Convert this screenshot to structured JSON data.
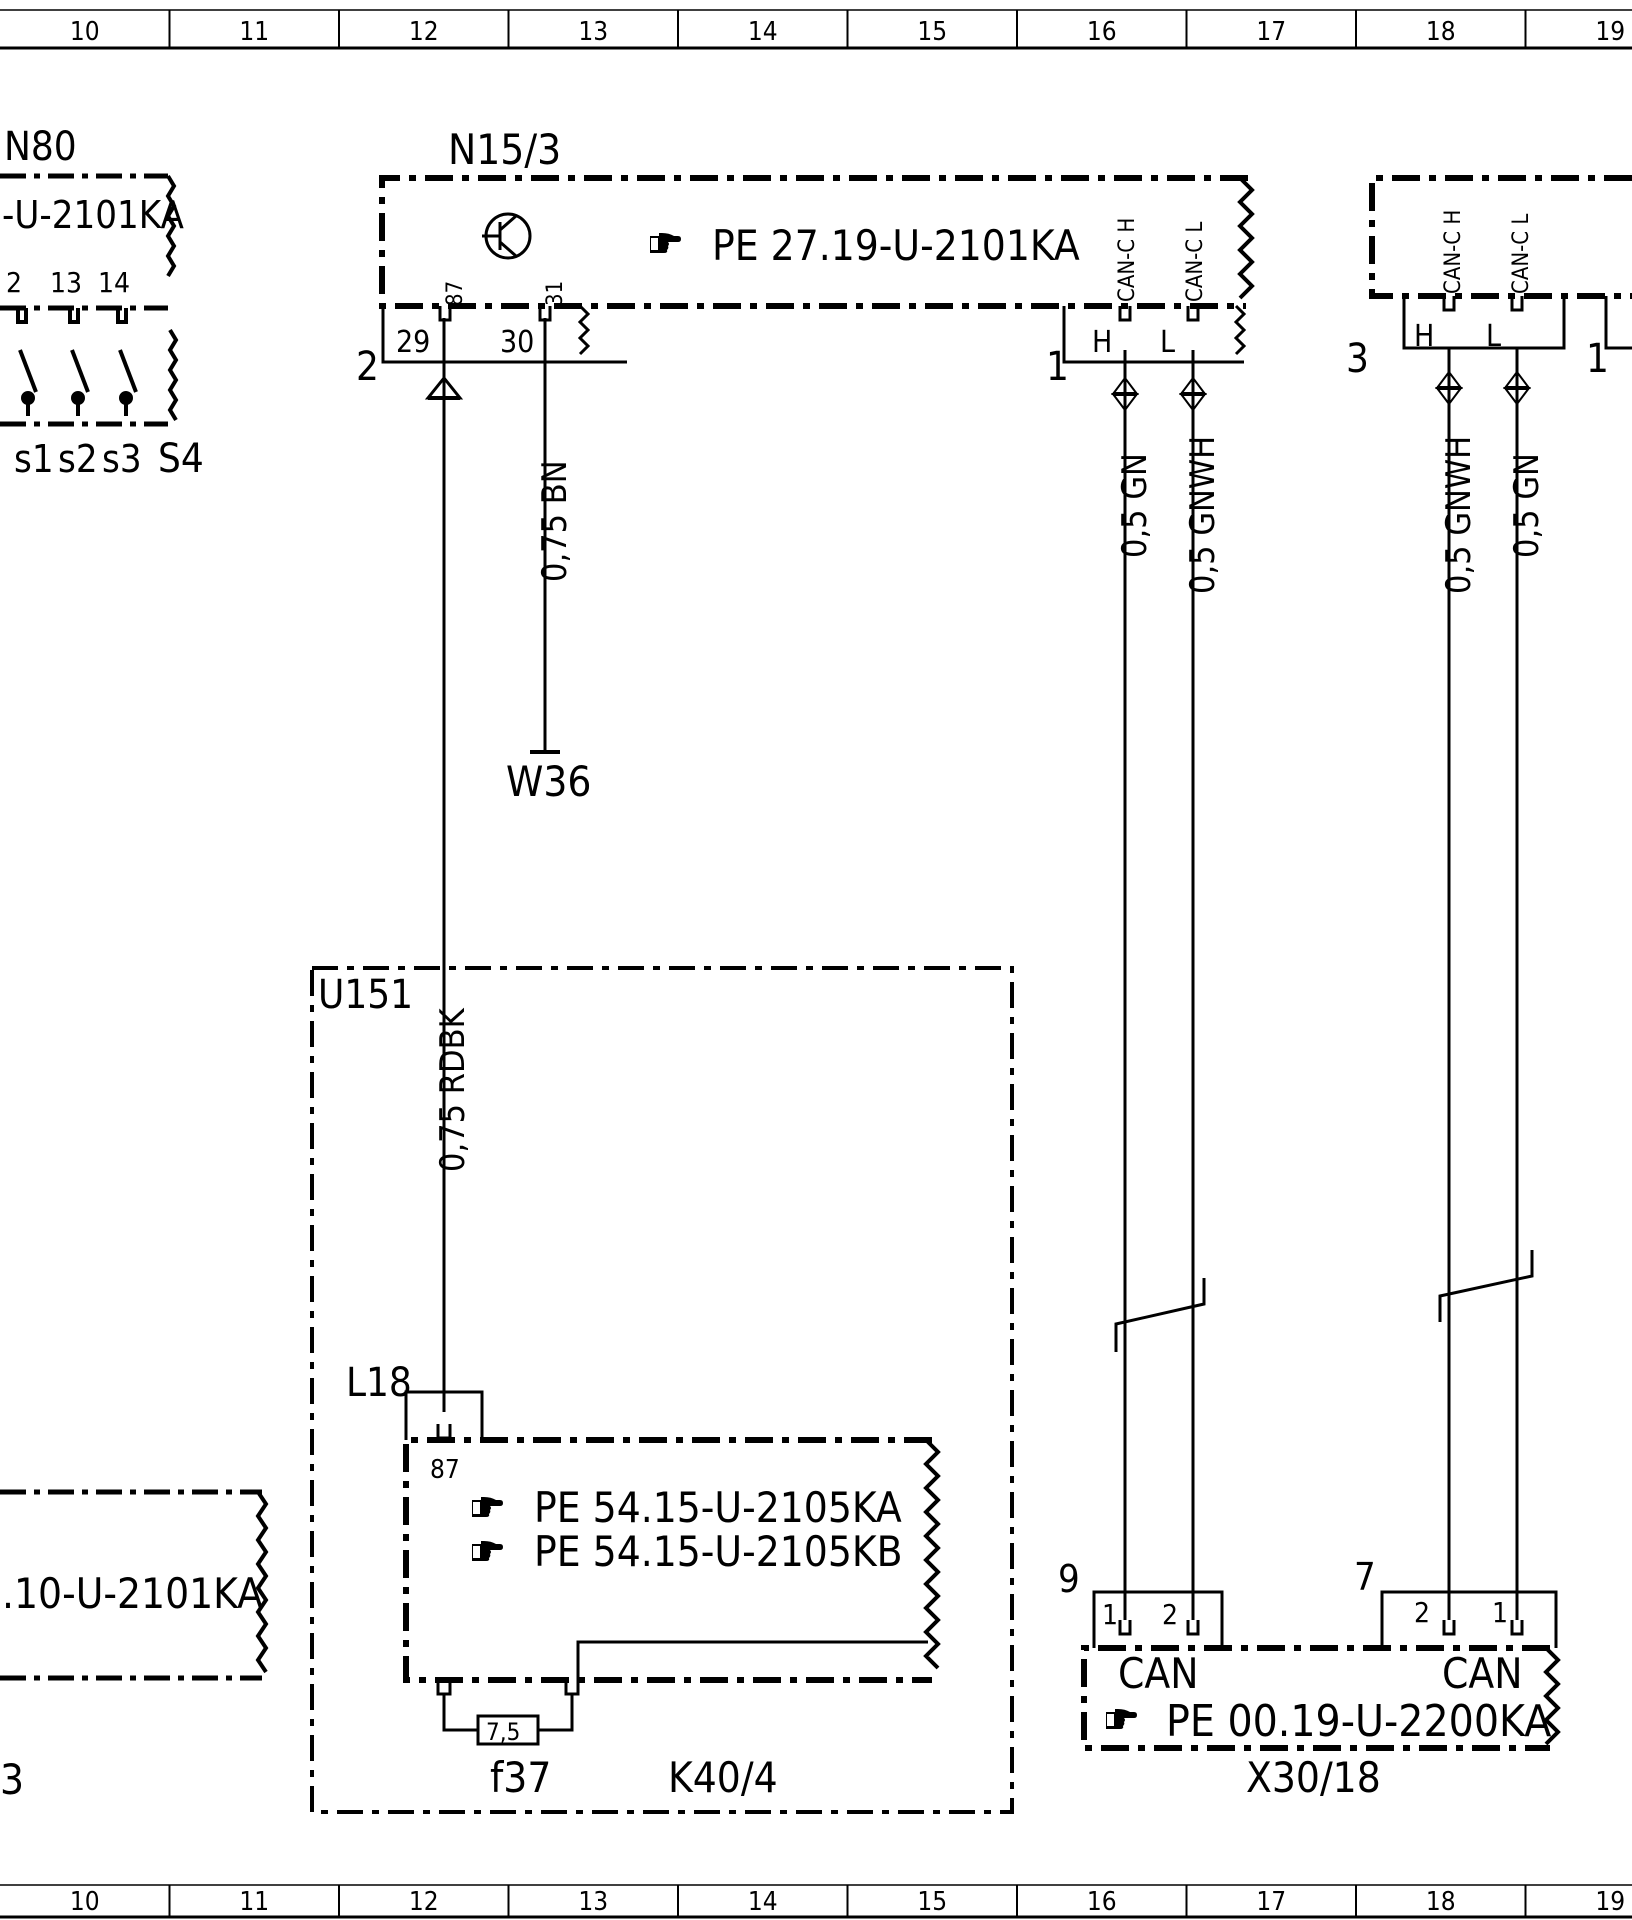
{
  "column_numbers": [
    "10",
    "11",
    "12",
    "13",
    "14",
    "15",
    "16",
    "17",
    "18",
    "19"
  ],
  "components": {
    "n80": {
      "id": "N80",
      "ref": "-U-2101KA",
      "pins": [
        "2",
        "13",
        "14"
      ],
      "switches": [
        "s1",
        "s2",
        "s3"
      ],
      "switch_id": "S4"
    },
    "n15_3": {
      "id": "N15/3",
      "ref": "PE 27.19-U-2101KA",
      "pin_87": "87",
      "pin_31": "31",
      "pin_can_h": "CAN-C H",
      "pin_can_l": "CAN-C L",
      "conn_29": "29",
      "conn_30": "30",
      "conn_h": "H",
      "conn_l": "L",
      "conn_no_left": "2",
      "conn_no_right": "1"
    },
    "right_unit": {
      "pin_can_h": "CAN-C H",
      "pin_can_l": "CAN-C L",
      "conn_h": "H",
      "conn_l": "L",
      "conn_no_left": "3",
      "conn_no_right": "1"
    },
    "w36": {
      "id": "W36"
    },
    "u151": {
      "id": "U151"
    },
    "l18": {
      "id": "L18"
    },
    "k40_4": {
      "id": "K40/4",
      "pin_87": "87",
      "ref1": "PE 54.15-U-2105KA",
      "ref2": "PE 54.15-U-2105KB"
    },
    "f37": {
      "id": "f37",
      "rating": "7,5"
    },
    "left_lower": {
      "ref": ".10-U-2101KA",
      "fragment": "3"
    },
    "x30_18": {
      "id": "X30/18",
      "ref": "PE 00.19-U-2200KA",
      "can_left": "CAN",
      "can_right": "CAN",
      "group_left": "9",
      "group_right": "7",
      "pin_l1": "1",
      "pin_l2": "2",
      "pin_r2": "2",
      "pin_r1": "1"
    }
  },
  "wires": {
    "bn": "0,75 BN",
    "rdbk": "0,75 RDBK",
    "gn_1": "0,5 GN",
    "gnwh_1": "0,5 GNWH",
    "gnwh_2": "0,5 GNWH",
    "gn_2": "0,5 GN"
  }
}
